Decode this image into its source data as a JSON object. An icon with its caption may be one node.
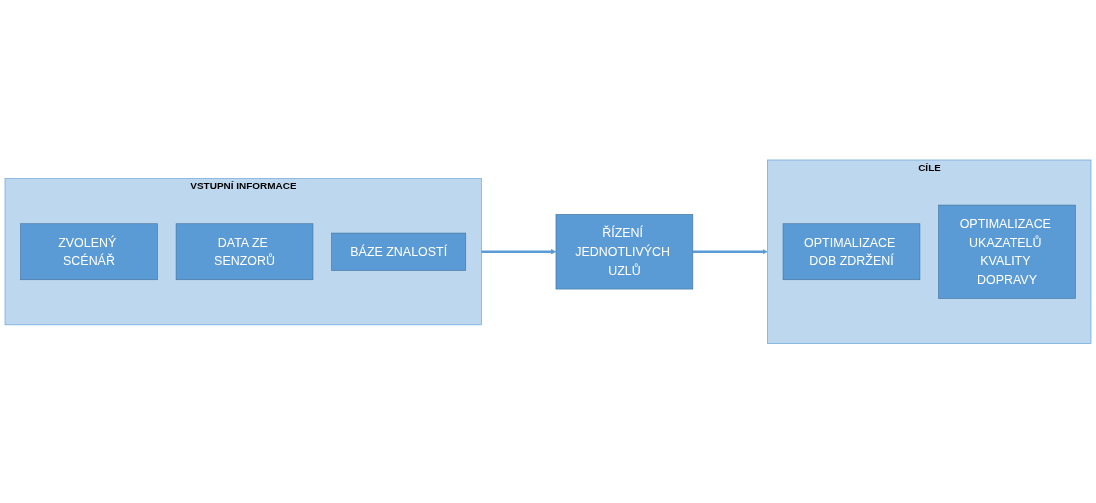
{
  "diagram": {
    "nodes": [
      {
        "text": [
          "VSTUPNÍ INFORMACE"
        ]
      },
      {
        "text": [
          "ZVOLENÝ SCÉNÁŘ"
        ],
        "in": 0
      },
      {
        "text": [
          "DATA ZE SENZORŮ"
        ],
        "in": 0
      },
      {
        "text": [
          "BÁZE ZNALOSTÍ"
        ],
        "in": 0
      },
      {
        "text": [
          "ŘÍZENÍ JEDNOTLIVÝCH UZLŮ"
        ]
      },
      {
        "text": [
          "CÍLE"
        ]
      },
      {
        "text": [
          "OPTIMALIZACE DOB ZDRŽENÍ"
        ],
        "in": 5
      },
      {
        "text": [
          "OPTIMALIZACE UKAZATELŮ KVALITY DOPRAVY"
        ],
        "in": 5
      }
    ],
    "edges": [
      {
        "from": 0,
        "to": 4,
        "arrow": "to"
      },
      {
        "from": 4,
        "to": 5,
        "arrow": "to"
      }
    ]
  }
}
